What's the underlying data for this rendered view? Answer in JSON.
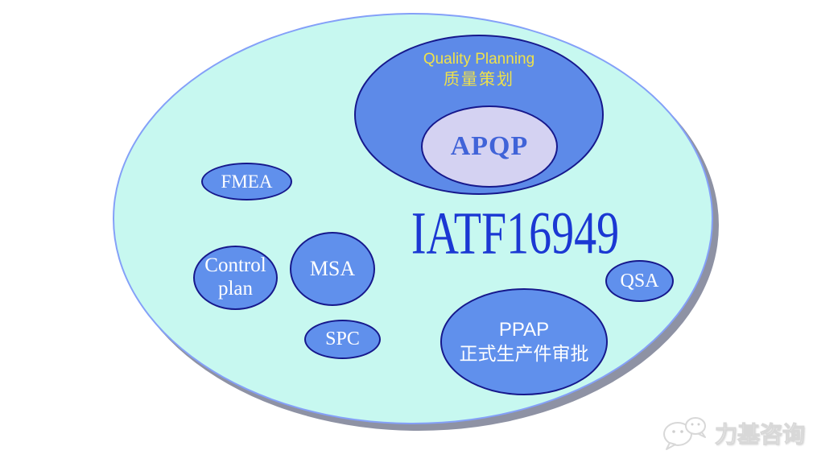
{
  "diagram": {
    "title": "IATF16949",
    "quality_planning": {
      "en": "Quality Planning",
      "zh": "质量策划"
    },
    "apqp": "APQP",
    "fmea": "FMEA",
    "control_plan": "Control\nplan",
    "msa": "MSA",
    "spc": "SPC",
    "qsa": "QSA",
    "ppap": {
      "en": "PPAP",
      "zh": "正式生产件审批"
    }
  },
  "colors": {
    "outer_fill": "#c7f8f0",
    "outer_border": "#84a0f8",
    "outer_shadow": "#8e92a4",
    "node_fill": "#6090ec",
    "node_border": "#16188c",
    "apqp_fill": "#d4d2f2",
    "apqp_text": "#4063d8",
    "title_text": "#1b38d3",
    "yellow_text": "#efe24a",
    "white_text": "#ffffff"
  },
  "watermark": {
    "text": "力基咨询",
    "icon": "wechat-chat-bubbles-icon"
  }
}
